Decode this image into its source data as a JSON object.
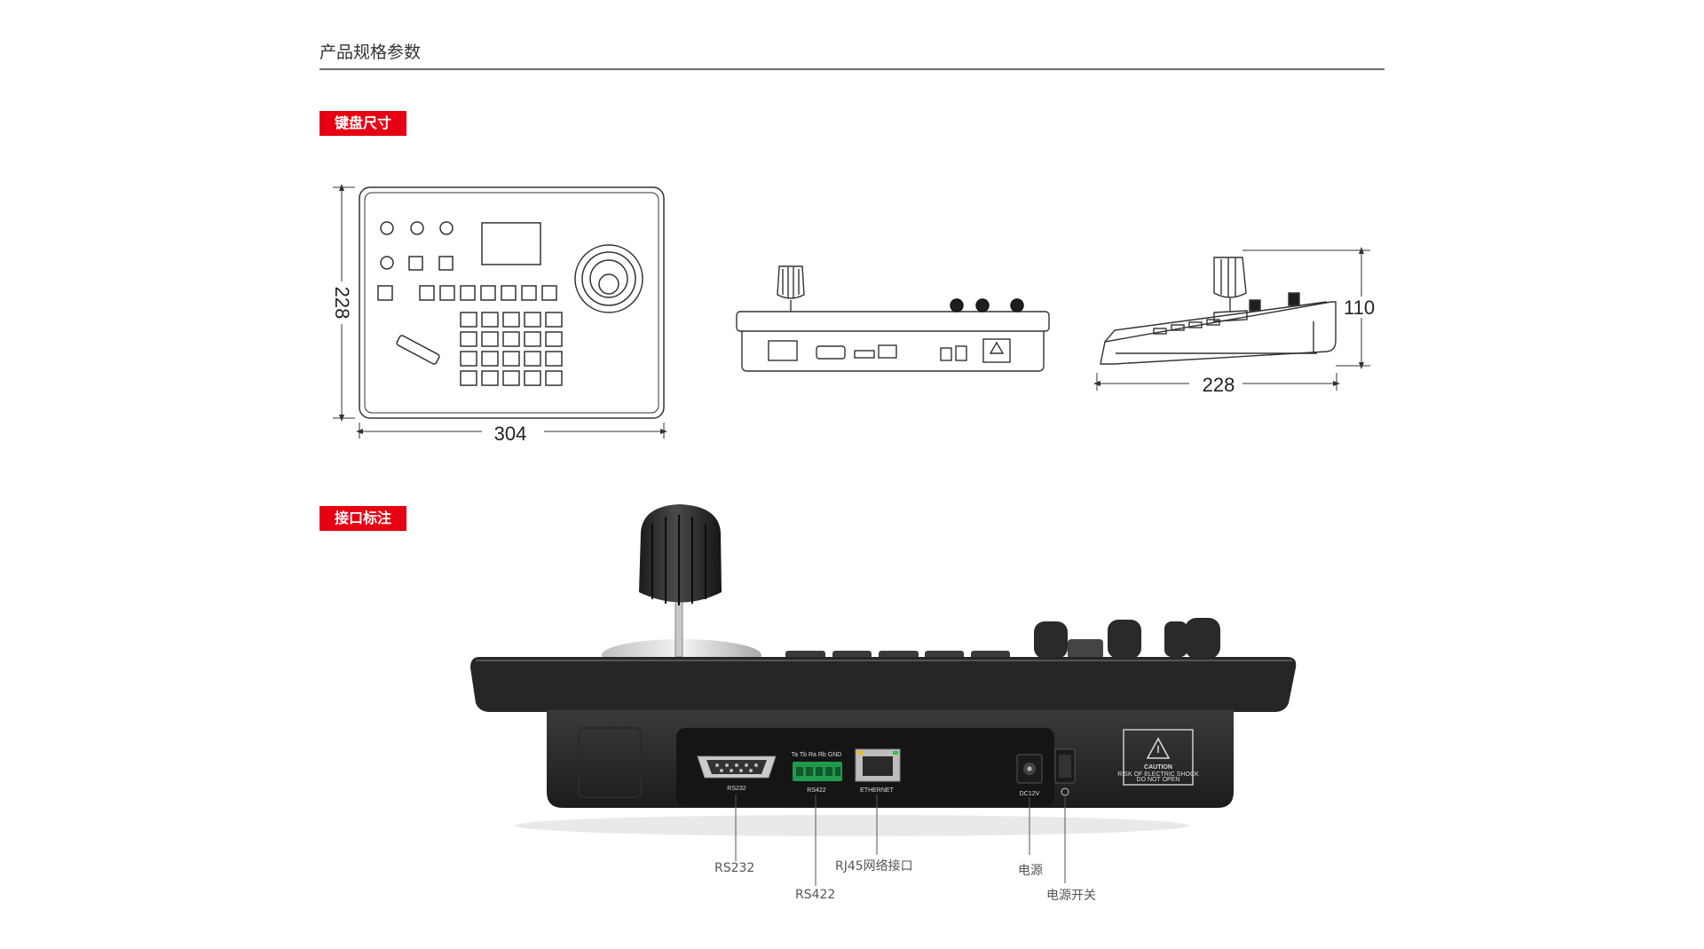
{
  "header": {
    "title": "产品规格参数"
  },
  "sections": {
    "dimensions": {
      "label": "键盘尺寸"
    },
    "interfaces": {
      "label": "接口标注"
    }
  },
  "dimensions": {
    "top_view": {
      "height": "228",
      "width": "304"
    },
    "side_view": {
      "depth": "228",
      "height": "110"
    }
  },
  "device": {
    "rs232_label": "RS232",
    "rs422_label": "RS422",
    "rs422_pins": "Ta Tb Ra Rb GND",
    "ethernet_label": "ETHERNET",
    "dc_label": "DC12V",
    "caution_title": "CAUTION",
    "caution_line1": "RISK OF ELECTRIC SHOCK",
    "caution_line2": "DO NOT OPEN"
  },
  "callouts": {
    "rs232": "RS232",
    "rs422": "RS422",
    "rj45": "RJ45网络接口",
    "power": "电源",
    "power_switch": "电源开关"
  },
  "colors": {
    "accent": "#e60012"
  }
}
